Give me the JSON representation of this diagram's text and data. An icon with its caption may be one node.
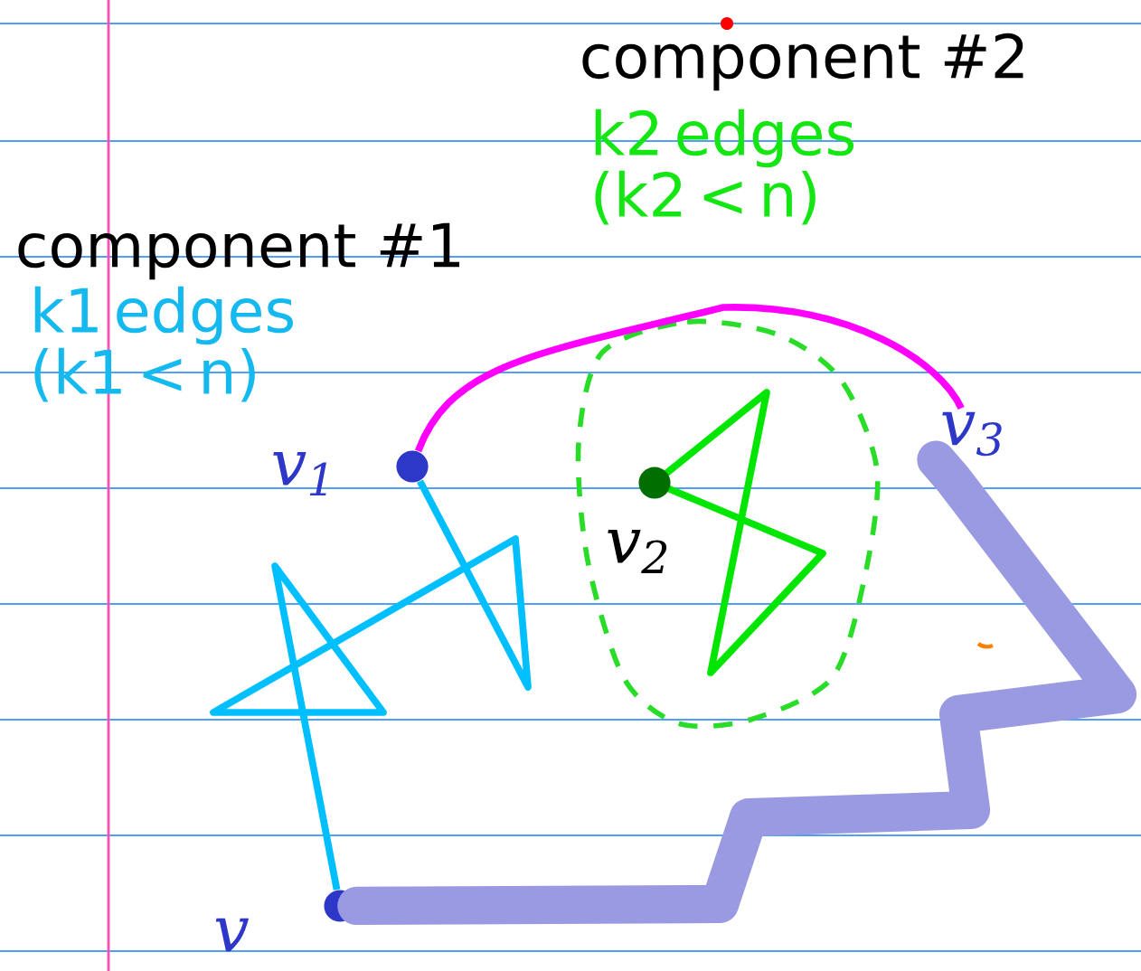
{
  "diagram": {
    "nodes": [
      {
        "text": [],
        "shape": "circle",
        "beside": [
          "v$_{1}$"
        ]
      },
      {
        "text": [],
        "shape": "circle",
        "beside": [
          "v$_{2}$"
        ]
      },
      {
        "text": [
          "v$_{3}$"
        ]
      },
      {
        "text": [],
        "shape": "circle",
        "beside": [
          "v"
        ]
      }
    ],
    "edges": [
      {
        "from": 0,
        "to": 2,
        "arrow": "none",
        "color": "#ff00ff"
      },
      {
        "from": 3,
        "to": 2,
        "arrow": "none",
        "style": "thick",
        "color": "#9a9ae3"
      },
      {
        "from": 0,
        "to": 3,
        "arrow": "none",
        "color": "#00bfff"
      }
    ],
    "labels": [
      "component #2",
      "k2 edges (k2 < n)",
      "component #1",
      "k1 edges (k1 < n)"
    ]
  }
}
